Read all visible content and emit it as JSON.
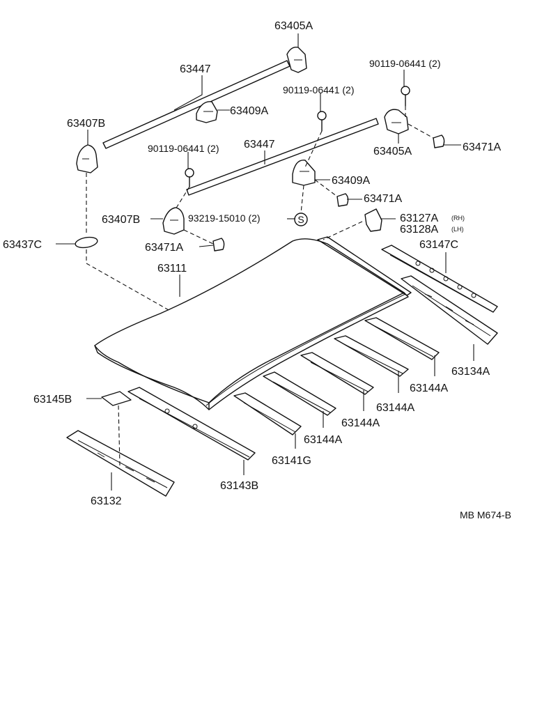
{
  "labels": {
    "p63405A_top": "63405A",
    "p63447_top": "63447",
    "p63409A_top": "63409A",
    "p63407B_top": "63407B",
    "bolt_a": "90119-06441 (2)",
    "bolt_b": "90119-06441 (2)",
    "bolt_c": "90119-06441 (2)",
    "p63405A_right": "63405A",
    "p63471A_right": "63471A",
    "p63447_mid": "63447",
    "p63409A_mid": "63409A",
    "p63471A_mid": "63471A",
    "p63407B_mid": "63407B",
    "p93219": "93219-15010 (2)",
    "s_mark": "S",
    "p63127A": "63127A",
    "p63127A_suffix": "(RH)",
    "p63128A": "63128A",
    "p63128A_suffix": "(LH)",
    "p63437C": "63437C",
    "p63471A_left": "63471A",
    "p63147C": "63147C",
    "p63111": "63111",
    "p63134A": "63134A",
    "p63144A_1": "63144A",
    "p63144A_2": "63144A",
    "p63144A_3": "63144A",
    "p63144A_4": "63144A",
    "p63145B": "63145B",
    "p63141G": "63141G",
    "p63143B": "63143B",
    "p63132": "63132",
    "ref_code": "MB M674-B"
  }
}
